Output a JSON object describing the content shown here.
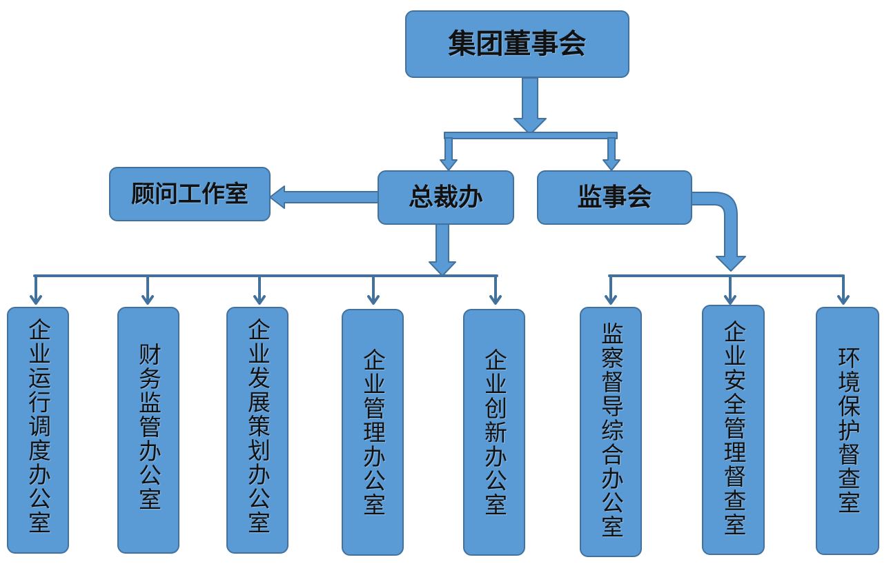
{
  "colors": {
    "box_fill": "#5b9bd5",
    "box_border": "#41719c",
    "connector": "#41719c",
    "text": "#111111"
  },
  "nodes": {
    "board": "集团董事会",
    "president_office": "总裁办",
    "supervisory_board": "监事会",
    "advisor_office": "顾问工作室",
    "ops_dispatch": "企业运行调度办公室",
    "finance_supervision": "财务监管办公室",
    "strategy_planning": "企业发展策划办公室",
    "enterprise_management": "企业管理办公室",
    "innovation": "企业创新办公室",
    "supervision_general": "监察督导综合办公室",
    "safety_inspection": "企业安全管理督查室",
    "environment_inspection": "环境保护督查室"
  }
}
